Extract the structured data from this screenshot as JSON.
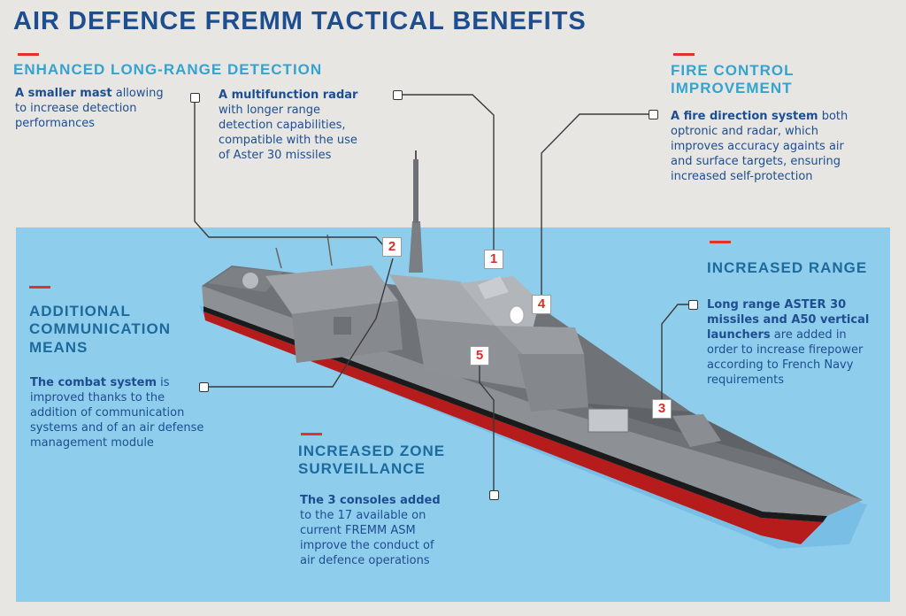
{
  "title": "AIR DEFENCE FREMM TACTICAL BENEFITS",
  "sections": {
    "detection": {
      "heading": "ENHANCED LONG-RANGE DETECTION",
      "mast": {
        "bold": "A smaller mast",
        "text_1": " allowing",
        "text_2": "to increase detection",
        "text_3": "performances"
      },
      "radar": {
        "bold": "A multifunction radar",
        "text_1": "with longer range",
        "text_2": "detection capabilities,",
        "text_3": "compatible with the use",
        "text_4": "of Aster 30 missiles"
      }
    },
    "fire_control": {
      "heading_1": "FIRE CONTROL",
      "heading_2": "IMPROVEMENT",
      "bold": "A fire direction system",
      "text_1": " both",
      "text_2": "optronic and radar, which",
      "text_3": "improves accuracy againts air",
      "text_4": "and surface targets, ensuring",
      "text_5": "increased self-protection"
    },
    "range": {
      "heading": "INCREASED RANGE",
      "bold_1": "Long range ASTER 30",
      "bold_2": "missiles and A50 vertical",
      "bold_3": "launchers",
      "text_1": " are added in",
      "text_2": "order to increase firepower",
      "text_3": "according to French Navy",
      "text_4": "requirements"
    },
    "communication": {
      "heading_1": "ADDITIONAL",
      "heading_2": "COMMUNICATION",
      "heading_3": "MEANS",
      "bold": "The combat system",
      "text_1": " is",
      "text_2": "improved thanks to the",
      "text_3": "addition of communication",
      "text_4": "systems and of an air defense",
      "text_5": "management module"
    },
    "surveillance": {
      "heading_1": "INCREASED ZONE",
      "heading_2": "SURVEILLANCE",
      "bold": "The 3 consoles added",
      "text_1": "to the 17 available on",
      "text_2": "current FREMM ASM",
      "text_3": "improve the conduct of",
      "text_4": "air defence operations"
    }
  },
  "callouts": [
    "1",
    "2",
    "3",
    "4",
    "5"
  ],
  "colors": {
    "background": "#e8e6e3",
    "sea": "#8fcdec",
    "title": "#1d4e91",
    "heading_light": "#35a3cf",
    "heading_dark": "#1d6a9c",
    "accent_red": "#e3322b",
    "hull_grey": "#9a9ea3",
    "hull_red": "#b71c1c"
  }
}
